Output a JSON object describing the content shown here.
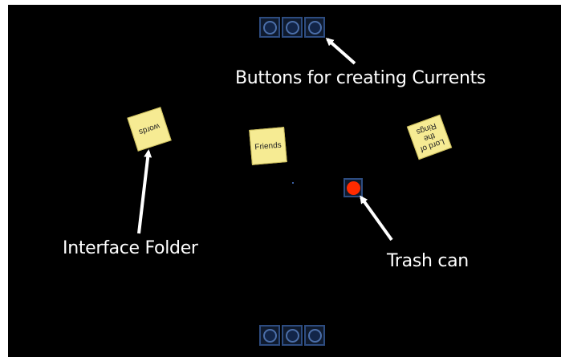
{
  "current_buttons": {
    "top": [
      {
        "icon": "circle-button-icon"
      },
      {
        "icon": "circle-button-icon"
      },
      {
        "icon": "circle-button-icon"
      }
    ],
    "bottom": [
      {
        "icon": "circle-button-icon"
      },
      {
        "icon": "circle-button-icon"
      },
      {
        "icon": "circle-button-icon"
      }
    ],
    "border_color": "#2d4c80",
    "ring_color": "#4b6ea8"
  },
  "folders": [
    {
      "label": "words"
    },
    {
      "label": "Friends"
    },
    {
      "label": "Lord of the Rings"
    }
  ],
  "folder_color": "#f6eb93",
  "trash": {
    "icon": "trash-can-icon",
    "color": "#ff2b00"
  },
  "annotations": {
    "buttons": "Buttons for creating Currents",
    "folder": "Interface Folder",
    "trash": "Trash can"
  },
  "background_color": "#000000"
}
